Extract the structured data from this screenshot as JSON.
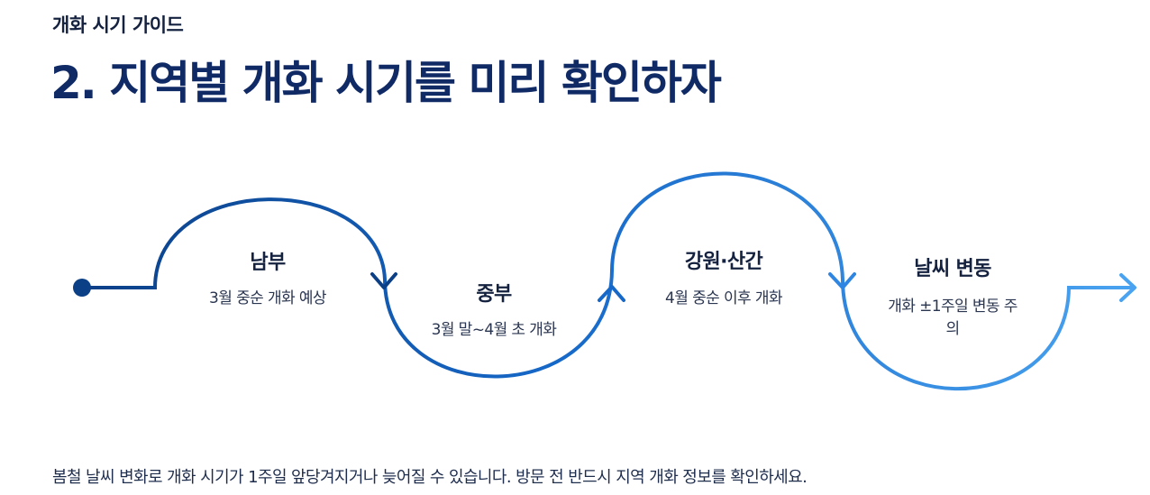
{
  "header": {
    "eyebrow": "개화 시기 가이드",
    "title": "2. 지역별 개화 시기를 미리 확인하자"
  },
  "steps": [
    {
      "title": "남부",
      "desc": [
        "3월 중순 개화 예상"
      ]
    },
    {
      "title": "중부",
      "desc": [
        "3월 말~4월 초 개화"
      ]
    },
    {
      "title": "강원·산간",
      "desc": [
        "4월 중순 이후 개화"
      ]
    },
    {
      "title": "날씨 변동",
      "desc": [
        "개화 ±1주일 변동 주",
        "의"
      ]
    }
  ],
  "footer": {
    "note": "봄철 날씨 변화로 개화 시기가 1주일 앞당겨지거나 늦어질 수 있습니다. 방문 전 반드시 지역 개화 정보를 확인하세요."
  },
  "colors": {
    "dark": "#0b3f86",
    "mid": "#1668c8",
    "light": "#3d98ee",
    "title": "#102a66"
  }
}
